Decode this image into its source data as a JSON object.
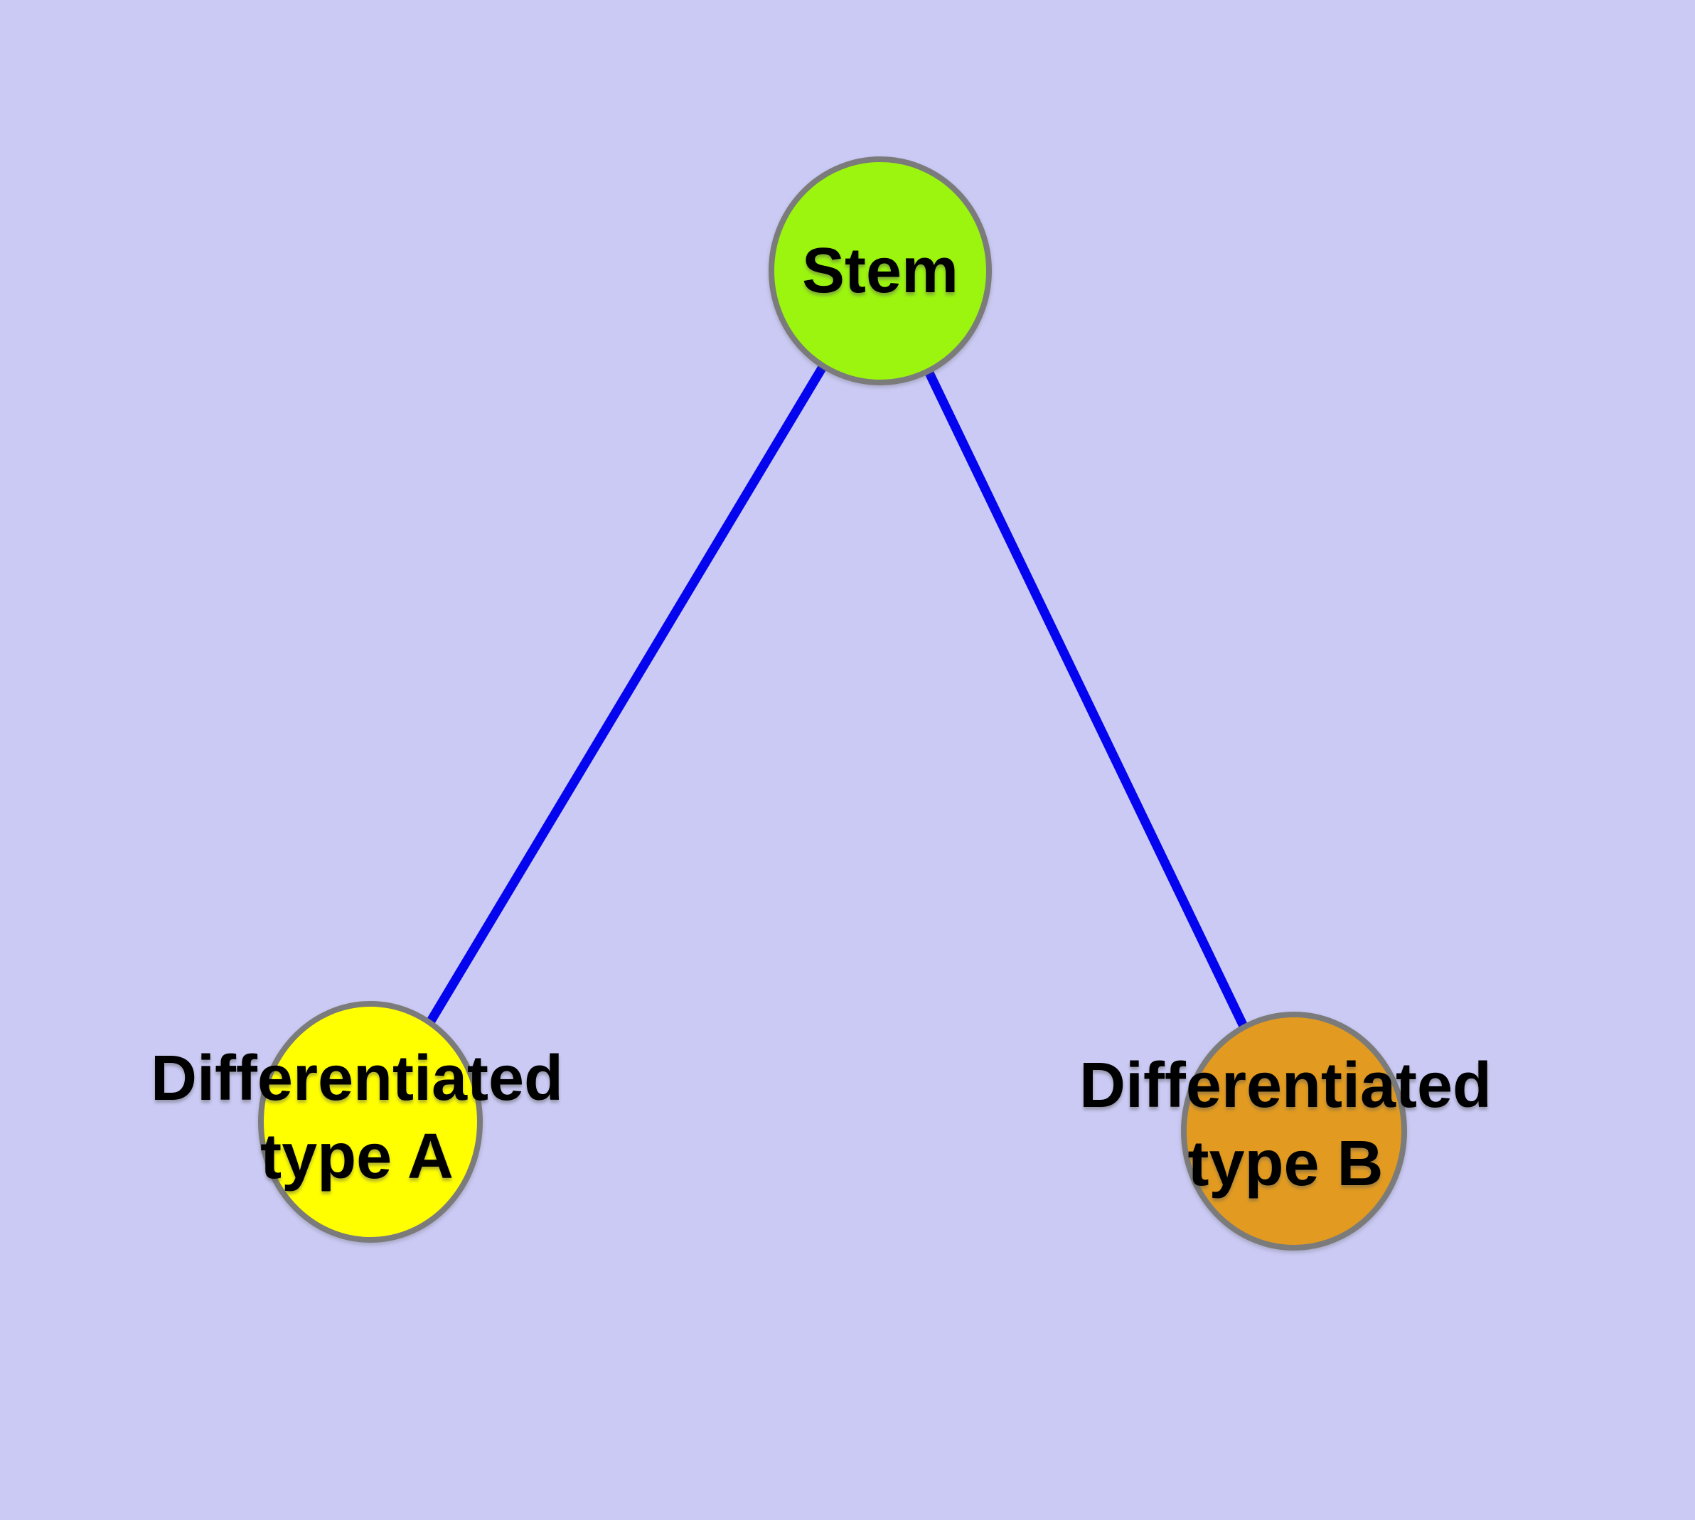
{
  "diagram": {
    "background_color": "#CACAF4",
    "edge_color": "#0404EE",
    "node_border_color": "#7B7B7B",
    "label_color": "#000000",
    "nodes": {
      "stem": {
        "label": "Stem",
        "fill": "#9BF50F"
      },
      "type_a": {
        "label_line1": "Differentiated",
        "label_line2": "type A",
        "fill": "#FFFF00"
      },
      "type_b": {
        "label_line1": "Differentiated",
        "label_line2": "type B",
        "fill": "#E29B20"
      }
    },
    "edges": [
      {
        "from": "stem",
        "to": "type_a"
      },
      {
        "from": "stem",
        "to": "type_b"
      }
    ]
  }
}
